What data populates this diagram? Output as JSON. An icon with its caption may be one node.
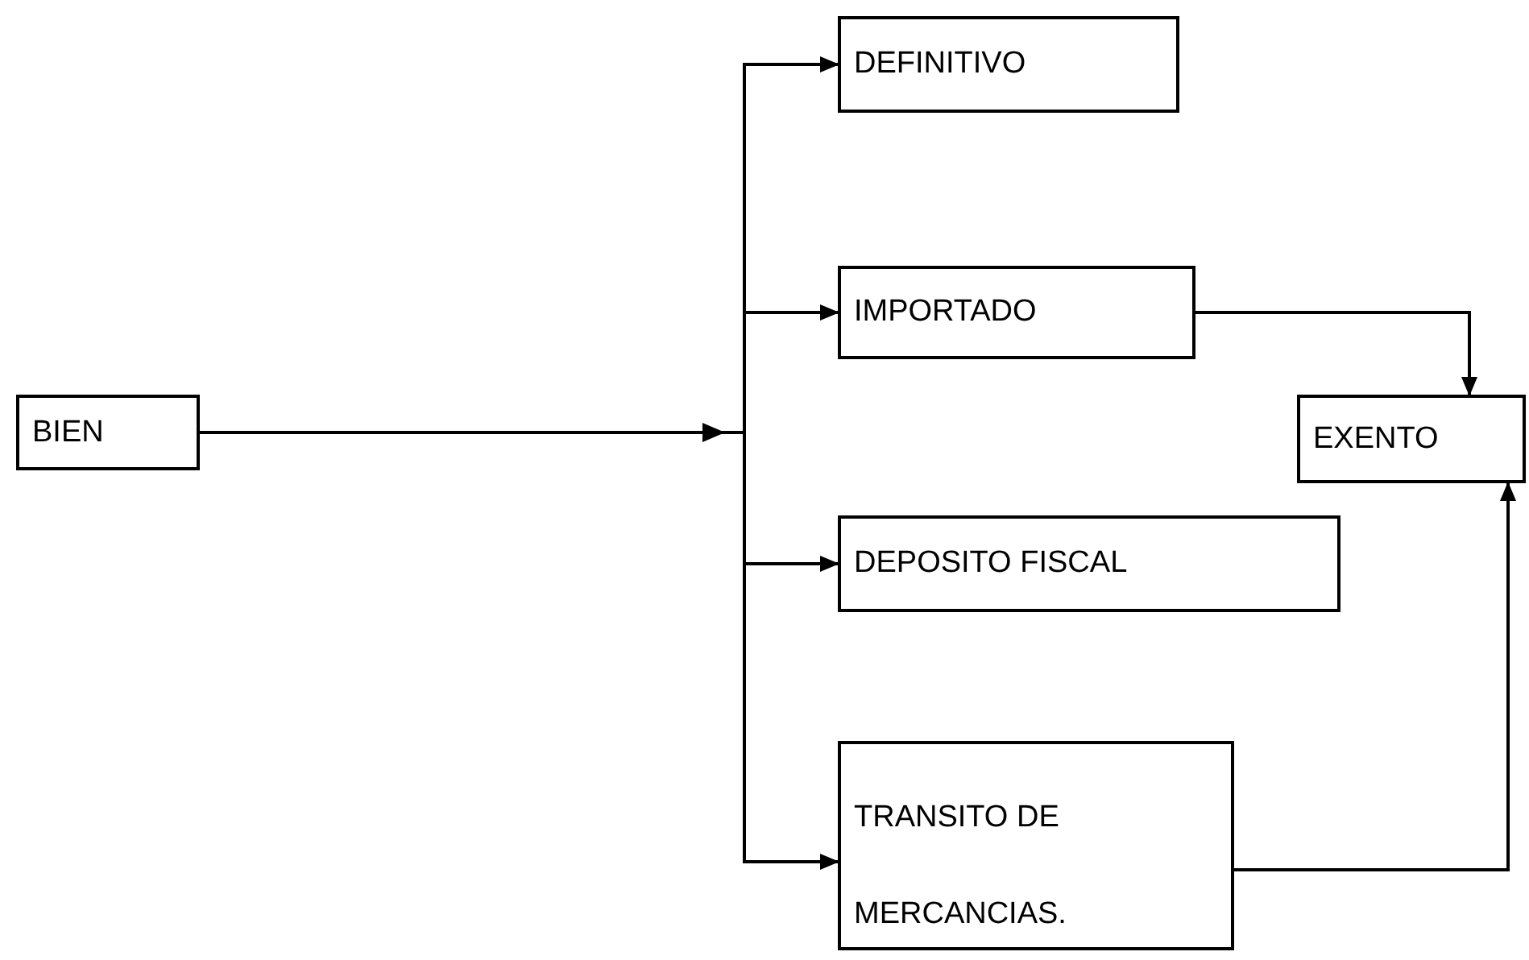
{
  "diagram": {
    "nodes": [
      {
        "text": [
          "BIEN"
        ]
      },
      {
        "text": [
          "DEFINITIVO"
        ]
      },
      {
        "text": [
          "IMPORTADO"
        ]
      },
      {
        "text": [
          "DEPOSITO FISCAL"
        ]
      },
      {
        "text": [
          "TRANSITO DE MERCANCIAS."
        ]
      },
      {
        "text": [
          "EXENTO"
        ]
      }
    ],
    "edges": [
      {
        "from": 0,
        "to": 1,
        "arrow": "to"
      },
      {
        "from": 0,
        "to": 2,
        "arrow": "to"
      },
      {
        "from": 0,
        "to": 3,
        "arrow": "to"
      },
      {
        "from": 0,
        "to": 4,
        "arrow": "to"
      },
      {
        "from": 2,
        "to": 5,
        "arrow": "to"
      },
      {
        "from": 4,
        "to": 5,
        "arrow": "to"
      }
    ]
  }
}
